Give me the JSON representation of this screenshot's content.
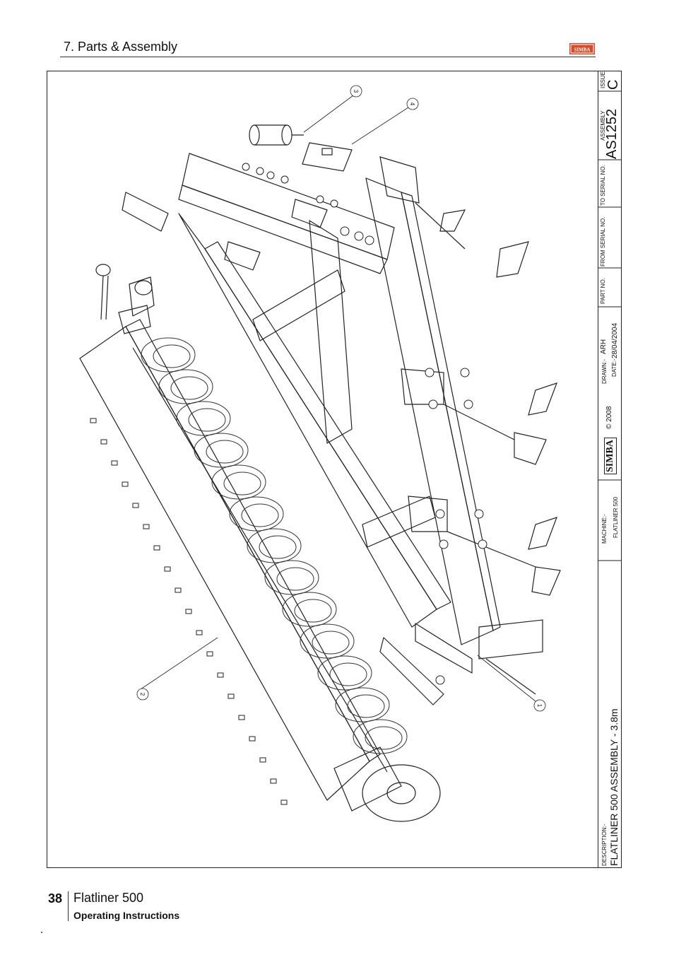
{
  "header": {
    "title": "7. Parts & Assembly"
  },
  "logo": {
    "text": "SIMBA",
    "color": "#d64b2a"
  },
  "callouts": [
    "1",
    "2",
    "3",
    "4"
  ],
  "title_block": {
    "description_label": "DESCRIPTION:-",
    "description": "FLATLINER 500 ASSEMBLY - 3.8m",
    "machine_label": "MACHINE:-",
    "machine": "FLATLINER 500",
    "brand": "SIMBA",
    "copyright": "© 2008",
    "drawn_label": "DRAWN:-",
    "drawn": "ARH",
    "date_label": "DATE:-",
    "date": "28/04/2004",
    "part_no_label": "PART NO.",
    "from_serial_label": "FROM SERIAL NO.",
    "to_serial_label": "TO SERIAL NO.",
    "assembly_label": "ASSEMBLY",
    "assembly": "AS1252",
    "issue_label": "ISSUE",
    "issue": "C"
  },
  "footer": {
    "page_number": "38",
    "product": "Flatliner 500",
    "subtitle": "Operating Instructions"
  }
}
